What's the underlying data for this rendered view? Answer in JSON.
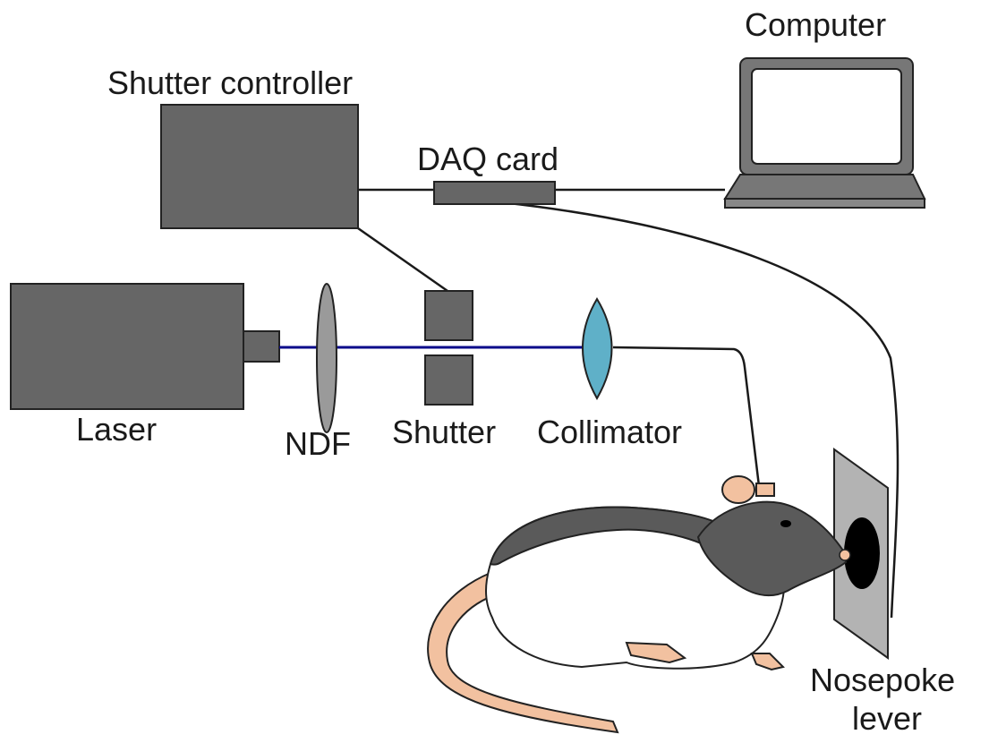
{
  "labels": {
    "computer": "Computer",
    "shutter_controller": "Shutter controller",
    "daq_card": "DAQ card",
    "laser": "Laser",
    "ndf": "NDF",
    "shutter": "Shutter",
    "collimator": "Collimator",
    "nosepoke_line1": "Nosepoke",
    "nosepoke_line2": "lever"
  },
  "colors": {
    "device_fill": "#666666",
    "beam": "#0a0a8a",
    "collimator_lens": "#5fb0c8",
    "ndf_filter": "#9a9a9a",
    "lever_panel": "#b3b3b3",
    "rat_fur_dark": "#5a5a5a",
    "rat_skin": "#f2c1a0"
  }
}
